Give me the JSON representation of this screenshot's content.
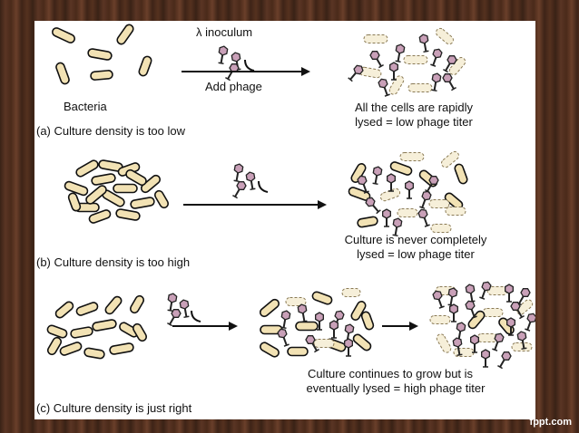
{
  "panel_a": {
    "inoculum_label": "λ inoculum",
    "add_phage_label": "Add phage",
    "bacteria_label": "Bacteria",
    "result_line1": "All the cells are rapidly",
    "result_line2": "lysed = low phage titer",
    "caption": "(a) Culture density is too low"
  },
  "panel_b": {
    "result_line1": "Culture is never completely",
    "result_line2": "lysed = low phage titer",
    "caption": "(b) Culture density is too high"
  },
  "panel_c": {
    "result_line1": "Culture continues to grow but is",
    "result_line2": "eventually lysed = high phage titer",
    "caption": "(c) Culture density is just right"
  },
  "brand": "fppt.com",
  "colors": {
    "bacterium_fill": "#f2e2b4",
    "bacterium_stroke": "#111111",
    "lysed_fill": "#f6efd9",
    "phage_head": "#c9a0b8",
    "background_wood": "#4a2c1c"
  }
}
